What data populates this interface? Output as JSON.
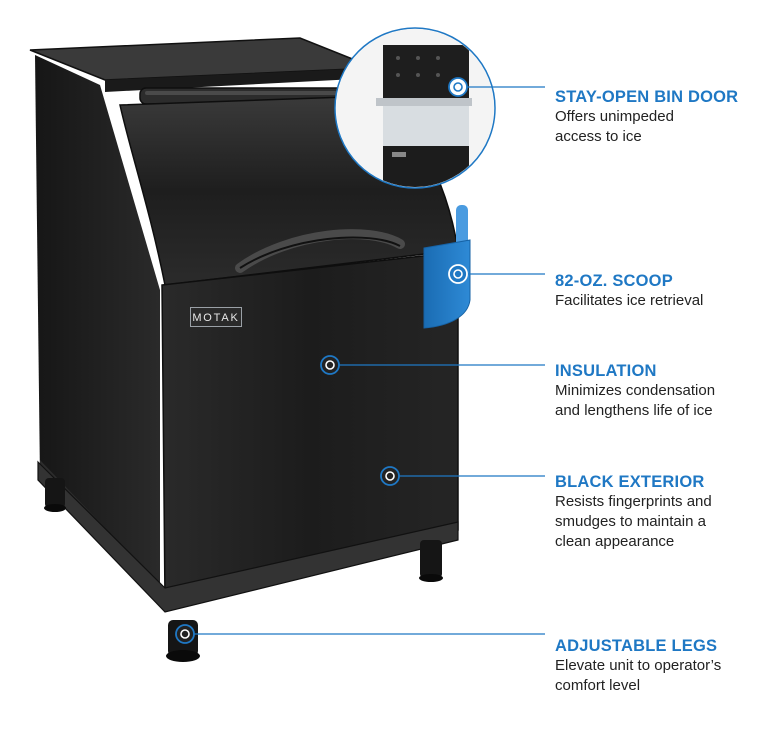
{
  "brand": "MOTAK",
  "accent_color": "#1f78c4",
  "callouts": [
    {
      "title": "STAY-OPEN BIN DOOR",
      "desc": "Offers unimpeded\naccess to ice",
      "icon": "target-circle-icon"
    },
    {
      "title": "82-OZ. SCOOP",
      "desc": "Facilitates ice retrieval",
      "icon": "target-circle-icon"
    },
    {
      "title": "INSULATION",
      "desc": "Minimizes condensation\nand lengthens life of ice",
      "icon": "target-circle-icon"
    },
    {
      "title": "BLACK EXTERIOR",
      "desc": "Resists fingerprints and\nsmudges to maintain a\nclean appearance",
      "icon": "target-circle-icon"
    },
    {
      "title": "ADJUSTABLE LEGS",
      "desc": "Elevate unit to operator’s\ncomfort level",
      "icon": "target-circle-icon"
    }
  ]
}
